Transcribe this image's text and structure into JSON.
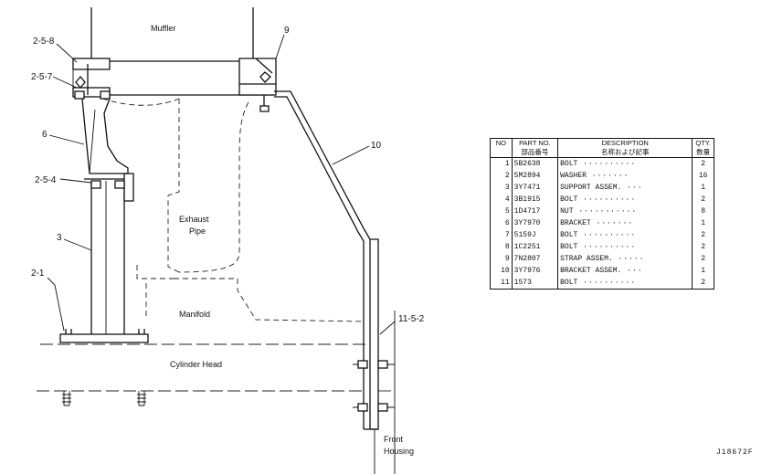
{
  "labels": {
    "muffler": "Muffler",
    "exhaust": "Exhaust",
    "pipe": "Pipe",
    "manifold": "Manifold",
    "cylinder_head": "Cylinder Head",
    "front": "Front",
    "housing": "Housing"
  },
  "callouts": {
    "c_2_5_8": "2-5-8",
    "c_2_5_7": "2-5-7",
    "c_6": "6",
    "c_2_5_4": "2-5-4",
    "c_3": "3",
    "c_2_1": "2-1",
    "c_9": "9",
    "c_10": "10",
    "c_11_5_2": "11-5-2"
  },
  "table": {
    "header_no": "NO",
    "header_part": "PART NO.",
    "header_part_jp": "部品番号",
    "header_desc": "DESCRIPTION",
    "header_desc_jp": "名称および記事",
    "header_qty": "QTY.",
    "header_qty_jp": "数量",
    "rows": [
      {
        "no": "1",
        "part": "5B2638",
        "desc": "BOLT",
        "qty": "2"
      },
      {
        "no": "2",
        "part": "5M2894",
        "desc": "WASHER",
        "qty": "16"
      },
      {
        "no": "3",
        "part": "3Y7471",
        "desc": "SUPPORT ASSEM.",
        "qty": "1"
      },
      {
        "no": "4",
        "part": "3B1915",
        "desc": "BOLT",
        "qty": "2"
      },
      {
        "no": "5",
        "part": "1D4717",
        "desc": "NUT",
        "qty": "8"
      },
      {
        "no": "6",
        "part": "3Y7970",
        "desc": "BRACKET",
        "qty": "1"
      },
      {
        "no": "7",
        "part": "5159J",
        "desc": "BOLT",
        "qty": "2"
      },
      {
        "no": "8",
        "part": "1C2251",
        "desc": "BOLT",
        "qty": "2"
      },
      {
        "no": "9",
        "part": "7N2807",
        "desc": "STRAP ASSEM.",
        "qty": "2"
      },
      {
        "no": "10",
        "part": "3Y7976",
        "desc": "BRACKET ASSEM.",
        "qty": "1"
      },
      {
        "no": "11",
        "part": "1573",
        "desc": "BOLT",
        "qty": "2"
      }
    ]
  },
  "drawing_code": "J18672F"
}
